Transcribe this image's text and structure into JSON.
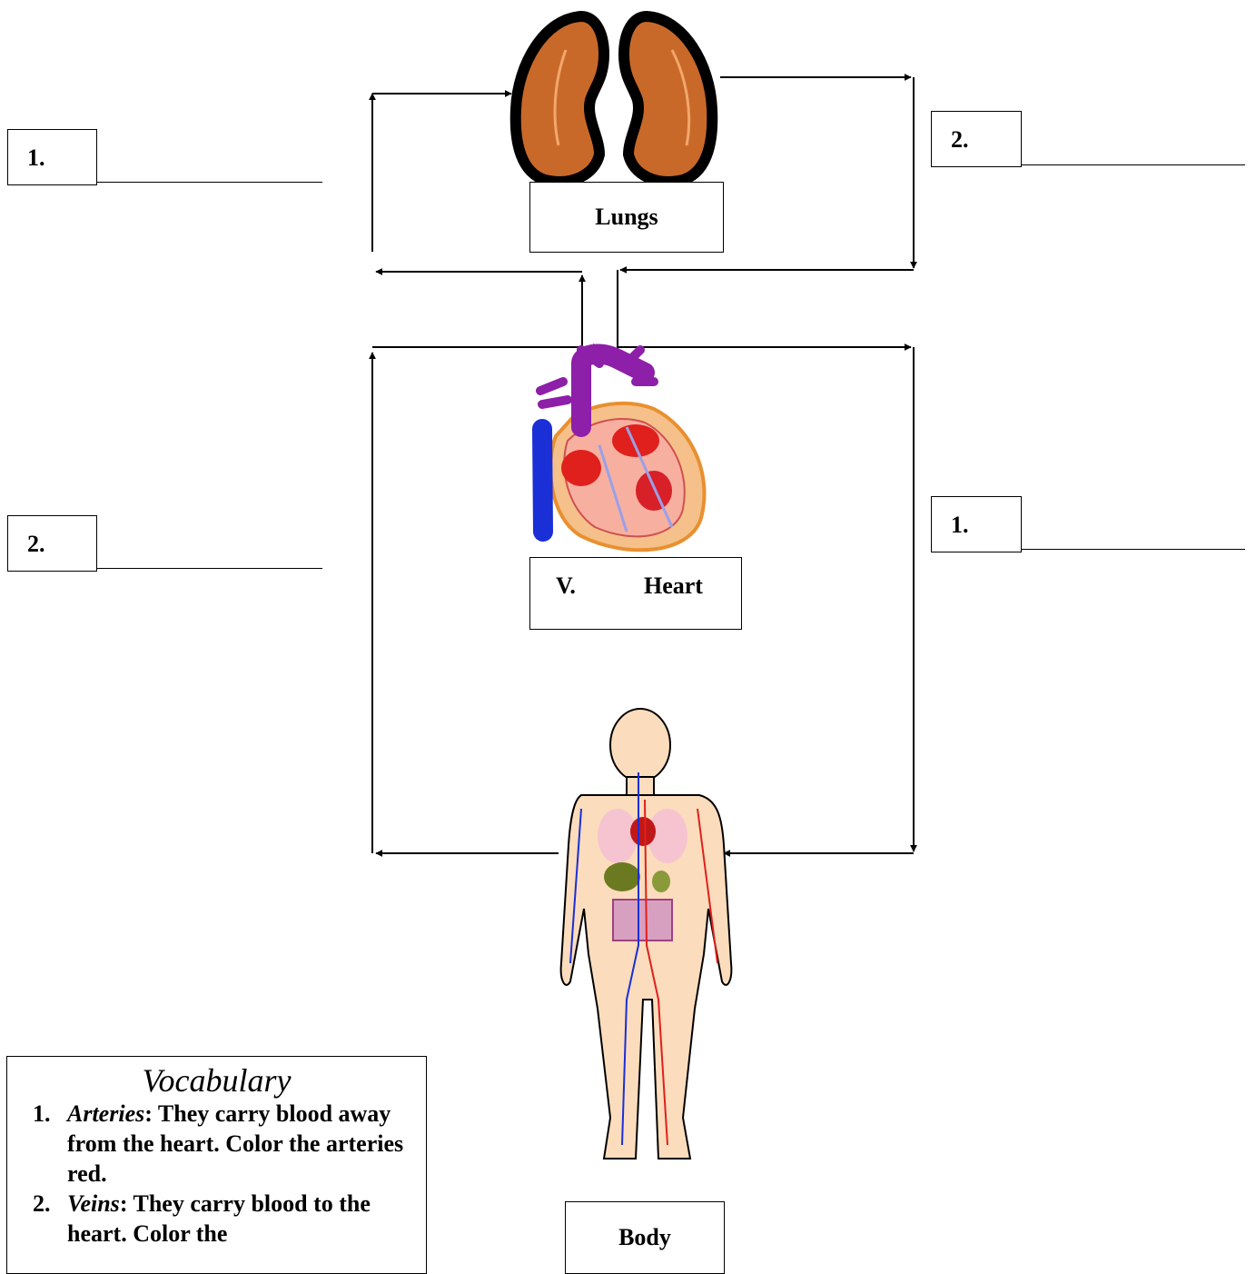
{
  "labels": {
    "lungs": "Lungs",
    "heart_prefix": "V.",
    "heart": "Heart",
    "body": "Body"
  },
  "blanks": {
    "top_left": "1.",
    "top_right": "2.",
    "mid_left": "2.",
    "mid_right": "1."
  },
  "vocabulary": {
    "title": "Vocabulary",
    "items": [
      {
        "num": "1.",
        "term": "Arteries",
        "text": ":  They carry blood away from the heart.  Color the arteries red."
      },
      {
        "num": "2.",
        "term": "Veins",
        "text": ":  They carry blood to the heart.  Color the"
      }
    ]
  },
  "colors": {
    "lungs": "#c8692a",
    "vein_blue": "#1a2fd6",
    "artery_red": "#e0201c",
    "aorta_purple": "#8e1fa8",
    "skin": "#fbdcbc"
  },
  "icons": [
    "lungs-icon",
    "heart-icon",
    "human-body-icon"
  ]
}
